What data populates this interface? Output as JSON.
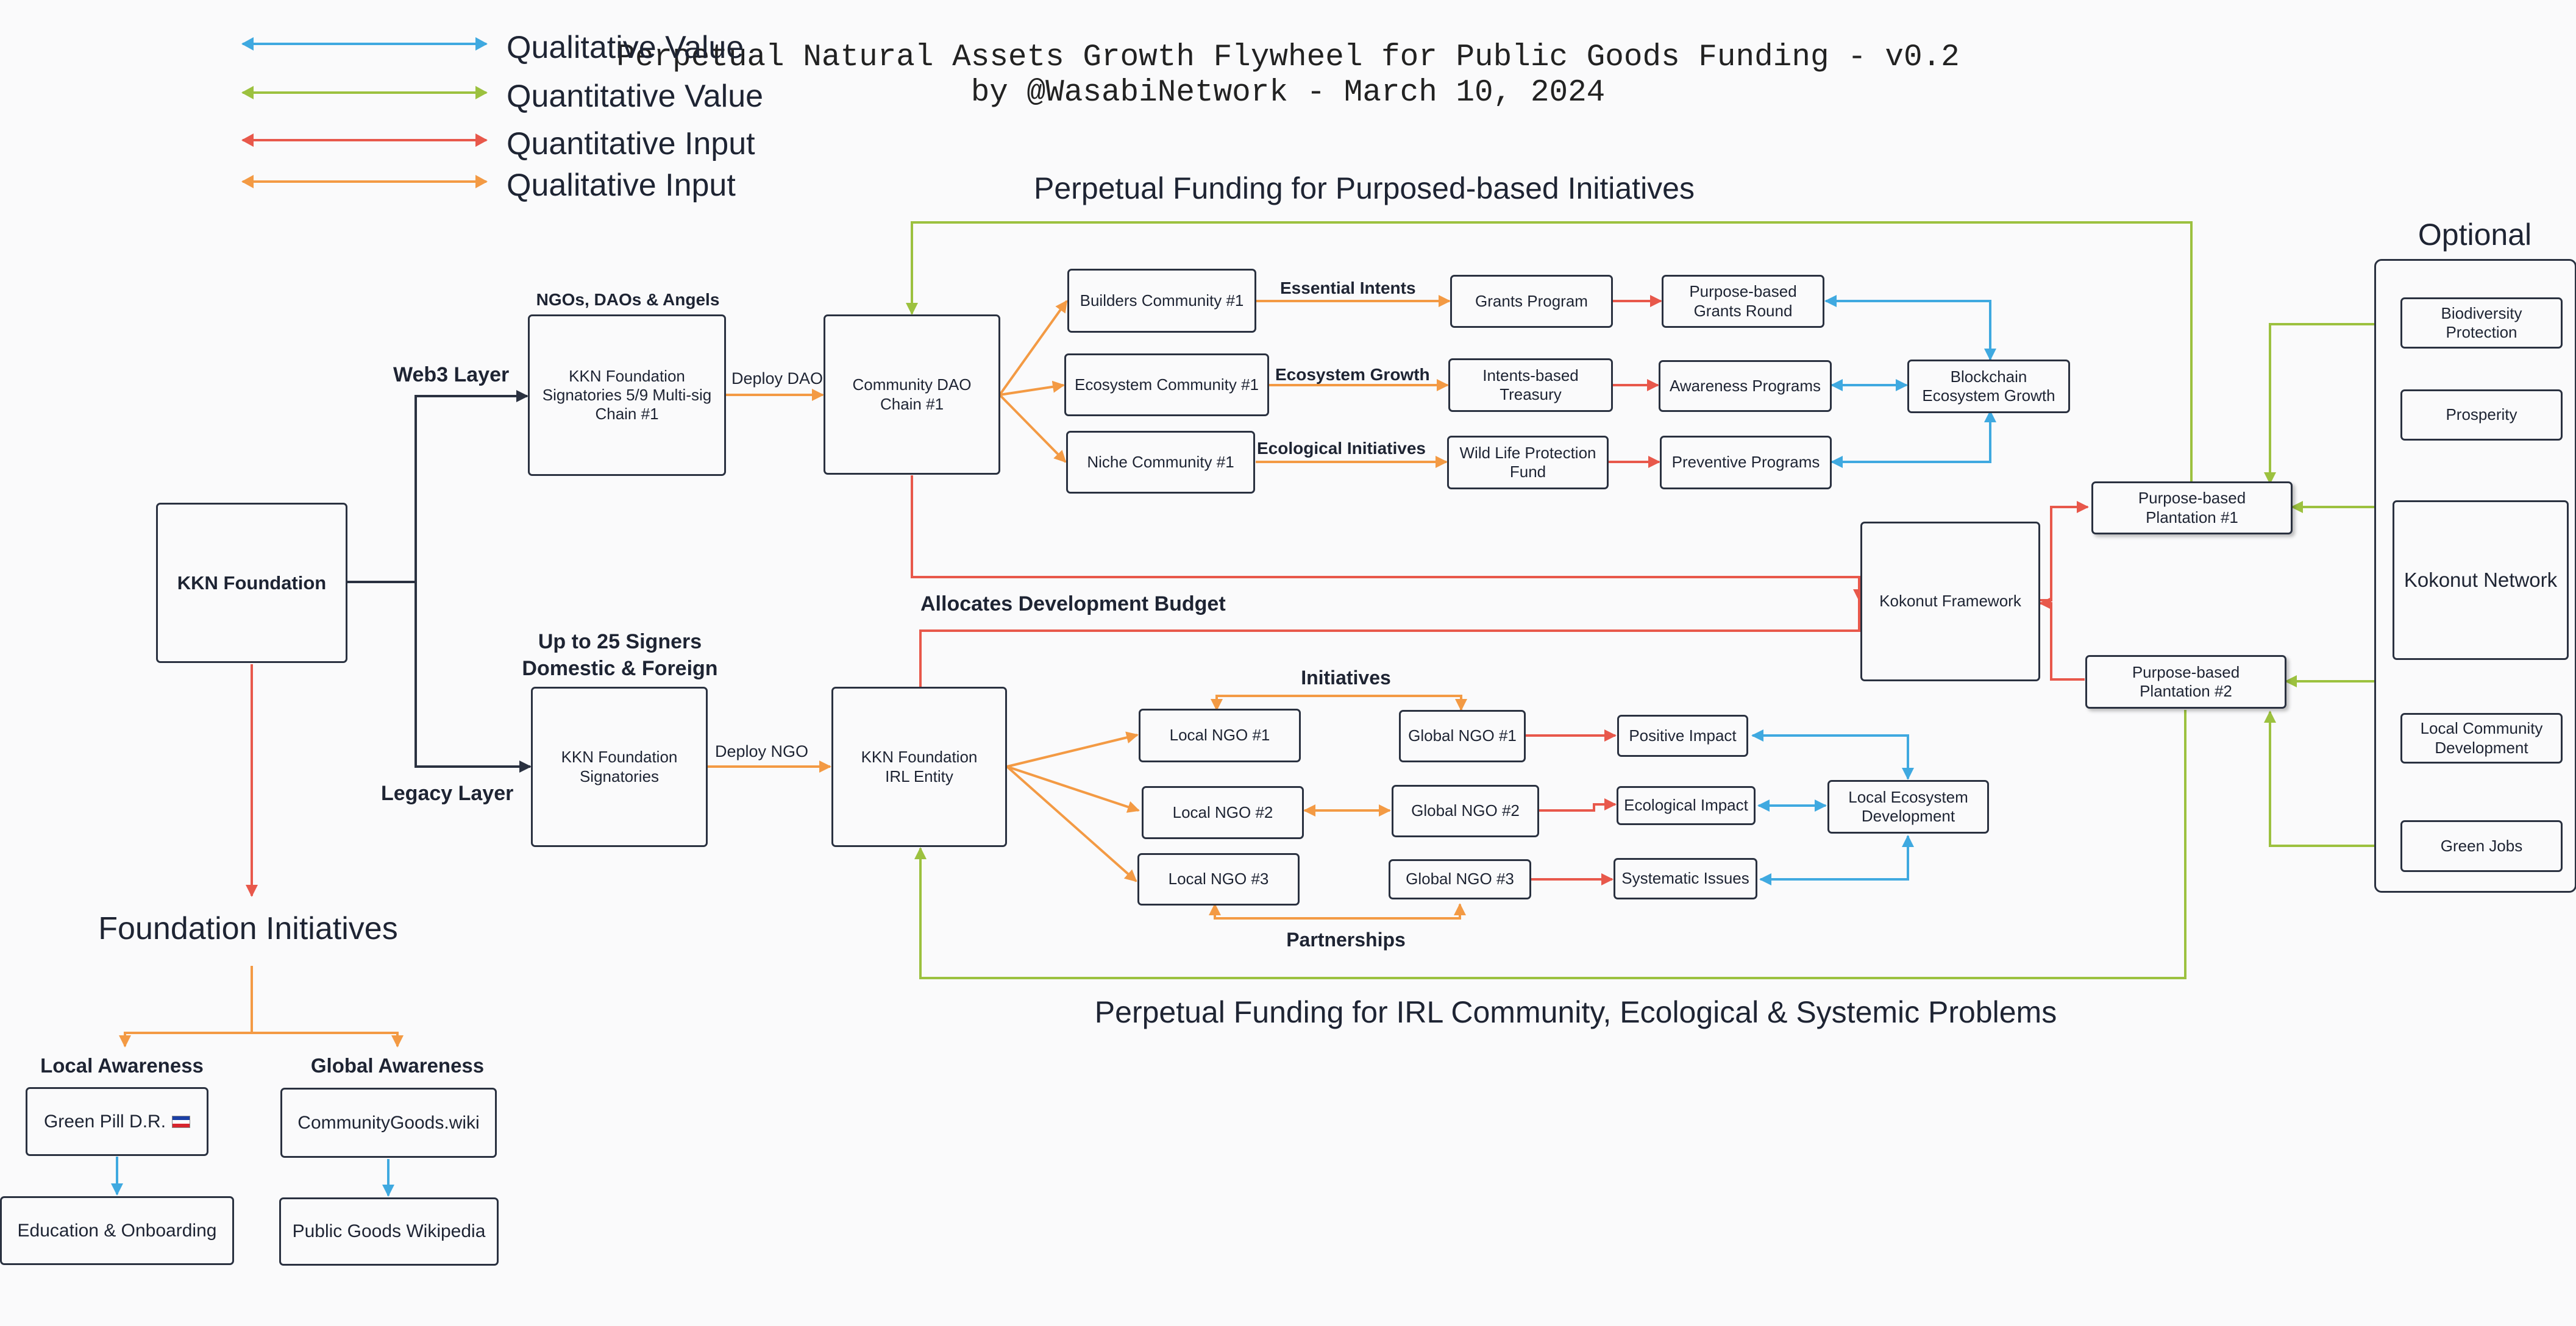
{
  "colors": {
    "qualitative_value": "#3fa9e0",
    "quantitative_value": "#9cc13f",
    "quantitative_input": "#e8584b",
    "qualitative_input": "#f39a44",
    "structure": "#2a3140"
  },
  "title": {
    "line1": "Perpetual Natural Assets Growth Flywheel for Public Goods Funding - v0.2",
    "line2": "by @WasabiNetwork - March 10, 2024"
  },
  "legend": [
    {
      "label": "Qualitative Value",
      "color": "#3fa9e0"
    },
    {
      "label": "Quantitative Value",
      "color": "#9cc13f"
    },
    {
      "label": "Quantitative Input",
      "color": "#e8584b"
    },
    {
      "label": "Qualitative Input",
      "color": "#f39a44"
    }
  ],
  "section_titles": {
    "top": "Perpetual Funding for Purposed-based Initiatives",
    "bottom": "Perpetual Funding for IRL Community, Ecological & Systemic Problems",
    "optional": "Optional",
    "foundation_initiatives": "Foundation Initiatives"
  },
  "labels": {
    "web3_layer": "Web3 Layer",
    "legacy_layer": "Legacy Layer",
    "ngos_daos_angels": "NGOs, DAOs & Angels",
    "signers_line1": "Up to 25 Signers",
    "signers_line2": "Domestic & Foreign",
    "deploy_dao": "Deploy DAO",
    "deploy_ngo": "Deploy NGO",
    "essential_intents": "Essential Intents",
    "ecosystem_growth": "Ecosystem Growth",
    "ecological_initiatives": "Ecological Initiatives",
    "allocates_budget": "Allocates Development Budget",
    "initiatives": "Initiatives",
    "partnerships": "Partnerships",
    "local_awareness": "Local Awareness",
    "global_awareness": "Global Awareness"
  },
  "nodes": {
    "kkn_foundation": "KKN Foundation",
    "multisig": "KKN Foundation\nSignatories  5/9 Multi-sig\nChain  #1",
    "signatories": "KKN Foundation\nSignatories",
    "community_dao": "Community DAO\nChain  #1",
    "irl_entity": "KKN Foundation\nIRL Entity",
    "builders": "Builders Community #1",
    "eco_community": "Ecosystem Community #1",
    "niche": "Niche Community #1",
    "grants_program": "Grants Program",
    "intents_treasury": "Intents-based\nTreasury",
    "wildlife_fund": "Wild Life Protection\nFund",
    "grants_round": "Purpose-based\nGrants  Round",
    "awareness_programs": "Awareness Programs",
    "preventive_programs": "Preventive Programs",
    "blockchain_growth": "Blockchain\nEcosystem  Growth",
    "kokonut_framework": "Kokonut Framework",
    "plantation1": "Purpose-based\nPlantation  #1",
    "plantation2": "Purpose-based\nPlantation  #2",
    "local_ngo1": "Local NGO #1",
    "local_ngo2": "Local NGO #2",
    "local_ngo3": "Local NGO #3",
    "global_ngo1": "Global NGO #1",
    "global_ngo2": "Global NGO #2",
    "global_ngo3": "Global NGO #3",
    "positive_impact": "Positive Impact",
    "ecological_impact": "Ecological Impact",
    "systematic_issues": "Systematic Issues",
    "local_eco_dev": "Local Ecosystem\nDevelopment",
    "biodiversity": "Biodiversity\nProtection",
    "prosperity": "Prosperity",
    "kokonut_network": "Kokonut Network",
    "local_community_dev": "Local Community\nDevelopment",
    "green_jobs": "Green Jobs",
    "green_pill": "Green Pill D.R.",
    "education": "Education & Onboarding",
    "community_goods": "CommunityGoods.wiki",
    "public_goods_wiki": "Public Goods Wikipedia"
  }
}
